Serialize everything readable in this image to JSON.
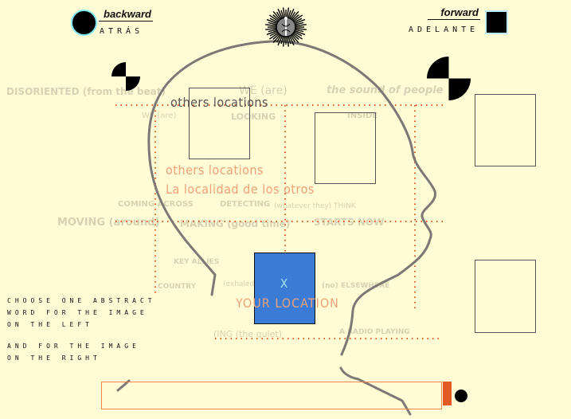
{
  "nav": {
    "backward": {
      "label": "backward",
      "sub": "Atrás"
    },
    "forward": {
      "label": "forward",
      "sub": "Adelante"
    }
  },
  "background_words": [
    "DISORIENTED (from the beat)",
    "WE (are)",
    "the sound of people",
    "WE (are)",
    "LOOKING",
    "INSIDE",
    "COMING ACROSS",
    "DETECTING",
    "(whatever they) THINK",
    "MOVING (around)",
    "MAKING (good time)",
    "STARTS NOW",
    "KEY ALLIES",
    "COUNTRY",
    "(exhaled)",
    "(no) ELSEWHERE",
    "(ING (the quiet)",
    "A RADIO PLAYING"
  ],
  "map": {
    "others_label_top": "others locations",
    "others_label_en": "others locations",
    "others_label_es": "La localidad de los otros",
    "your_marker": "X",
    "your_label": "YOUR LOCATION"
  },
  "instructions": {
    "line1": "CHOOSE ONE ABSTRACT",
    "line2": "WORD FOR THE IMAGE",
    "line3": "ON THE LEFT",
    "line4": "AND  FOR THE IMAGE",
    "line5": "ON THE RIGHT"
  },
  "input": {
    "value": ""
  },
  "colors": {
    "bg": "#fefbd5",
    "accent": "#e35b22",
    "blue": "#3a7bd5",
    "salmon": "#eea27a"
  }
}
